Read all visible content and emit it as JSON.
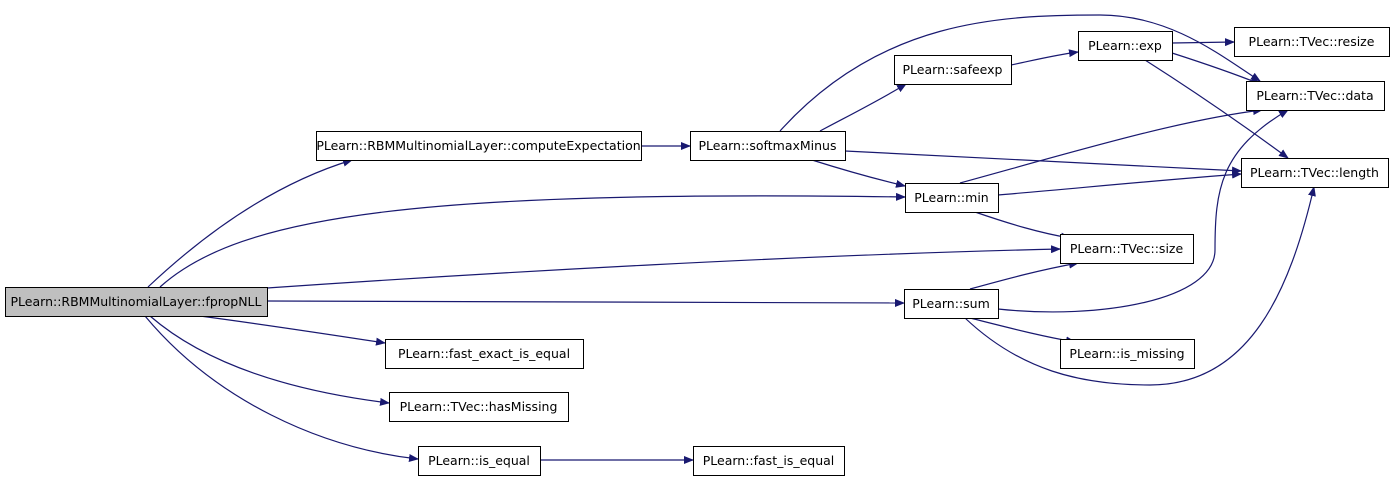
{
  "colors": {
    "edge": "#191970",
    "node_fill": "#ffffff",
    "root_fill": "#bfbfbf",
    "node_border": "#000000"
  },
  "nodes": [
    {
      "id": "fpropNLL",
      "label": "PLearn::RBMMultinomialLayer::fpropNLL",
      "root": true
    },
    {
      "id": "computeExpectation",
      "label": "PLearn::RBMMultinomialLayer::computeExpectation"
    },
    {
      "id": "softmaxMinus",
      "label": "PLearn::softmaxMinus"
    },
    {
      "id": "safeexp",
      "label": "PLearn::safeexp"
    },
    {
      "id": "exp",
      "label": "PLearn::exp"
    },
    {
      "id": "resize",
      "label": "PLearn::TVec::resize"
    },
    {
      "id": "data",
      "label": "PLearn::TVec::data"
    },
    {
      "id": "length",
      "label": "PLearn::TVec::length"
    },
    {
      "id": "min",
      "label": "PLearn::min"
    },
    {
      "id": "size",
      "label": "PLearn::TVec::size"
    },
    {
      "id": "sum",
      "label": "PLearn::sum"
    },
    {
      "id": "is_missing",
      "label": "PLearn::is_missing"
    },
    {
      "id": "fast_exact_is_equal",
      "label": "PLearn::fast_exact_is_equal"
    },
    {
      "id": "hasMissing",
      "label": "PLearn::TVec::hasMissing"
    },
    {
      "id": "is_equal",
      "label": "PLearn::is_equal"
    },
    {
      "id": "fast_is_equal",
      "label": "PLearn::fast_is_equal"
    }
  ],
  "edges": [
    {
      "from": "fpropNLL",
      "to": "computeExpectation"
    },
    {
      "from": "fpropNLL",
      "to": "min"
    },
    {
      "from": "fpropNLL",
      "to": "size"
    },
    {
      "from": "fpropNLL",
      "to": "sum"
    },
    {
      "from": "fpropNLL",
      "to": "fast_exact_is_equal"
    },
    {
      "from": "fpropNLL",
      "to": "hasMissing"
    },
    {
      "from": "fpropNLL",
      "to": "is_equal"
    },
    {
      "from": "computeExpectation",
      "to": "softmaxMinus"
    },
    {
      "from": "softmaxMinus",
      "to": "safeexp"
    },
    {
      "from": "softmaxMinus",
      "to": "data"
    },
    {
      "from": "softmaxMinus",
      "to": "length"
    },
    {
      "from": "softmaxMinus",
      "to": "min"
    },
    {
      "from": "safeexp",
      "to": "exp"
    },
    {
      "from": "exp",
      "to": "resize"
    },
    {
      "from": "exp",
      "to": "data"
    },
    {
      "from": "exp",
      "to": "length"
    },
    {
      "from": "min",
      "to": "data"
    },
    {
      "from": "min",
      "to": "length"
    },
    {
      "from": "min",
      "to": "size"
    },
    {
      "from": "sum",
      "to": "size"
    },
    {
      "from": "sum",
      "to": "data"
    },
    {
      "from": "sum",
      "to": "is_missing"
    },
    {
      "from": "sum",
      "to": "length"
    },
    {
      "from": "is_equal",
      "to": "fast_is_equal"
    }
  ]
}
